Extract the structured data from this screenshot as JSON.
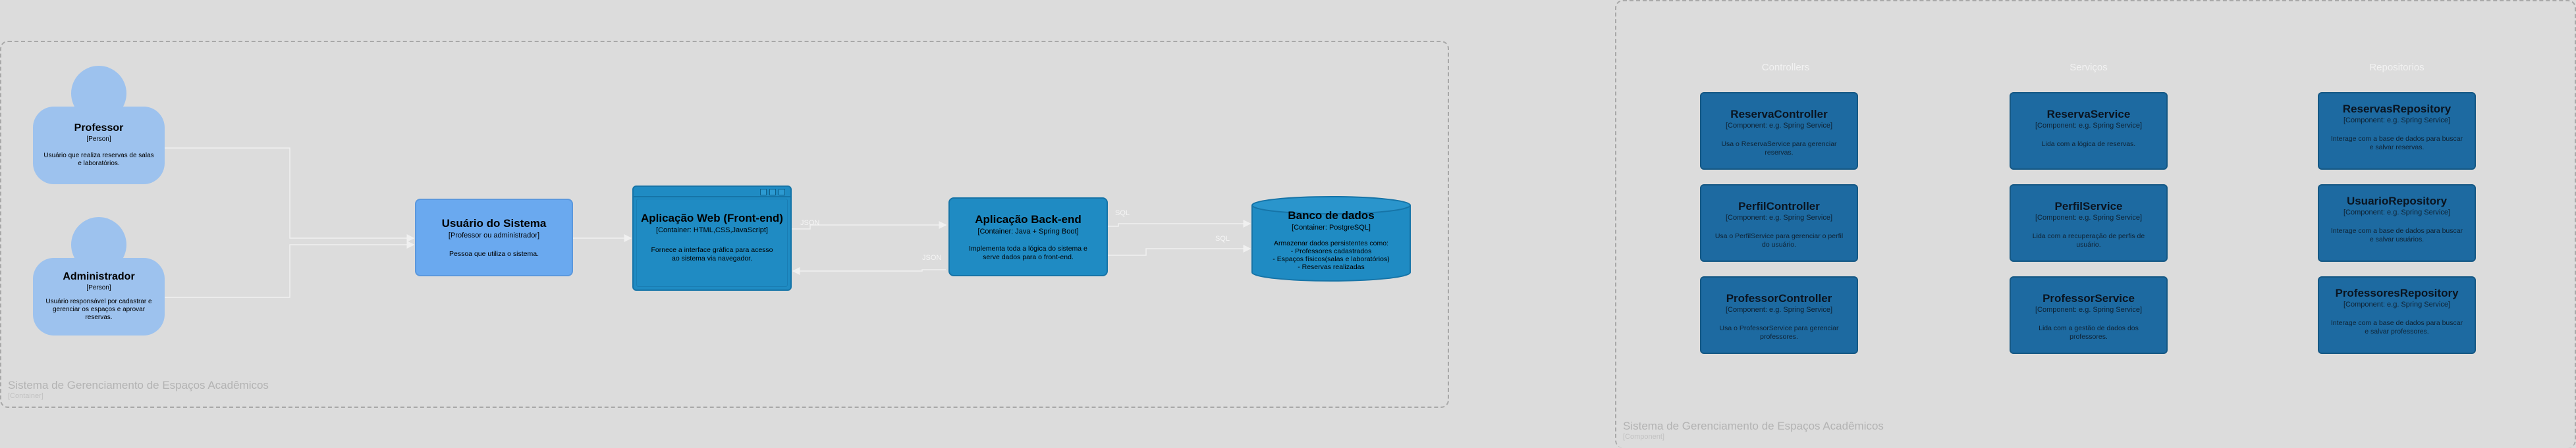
{
  "context": {
    "boundary_title": "Sistema de Gerenciamento de Espaços Acadêmicos",
    "boundary_type": "[Container]",
    "professor": {
      "name": "Professor",
      "type": "[Person]",
      "description": "Usuário que realiza reservas de salas e laboratórios."
    },
    "administrador": {
      "name": "Administrador",
      "type": "[Person]",
      "description": "Usuário responsável por cadastrar e gerenciar os espaços e aprovar reservas."
    },
    "usuario_sistema": {
      "name": "Usuário do Sistema",
      "type": "[Professor ou administrador]",
      "description": "Pessoa que utiliza o sistema."
    },
    "frontend": {
      "name": "Aplicação Web (Front-end)",
      "type": "[Container: HTML,CSS,JavaScript]",
      "description": "Fornece a interface gráfica para acesso ao sistema via navegador."
    },
    "backend": {
      "name": "Aplicação Back-end",
      "type": "[Container: Java + Spring Boot]",
      "description": "Implementa toda a lógica do sistema e serve dados para o front-end."
    },
    "database": {
      "name": "Banco de dados",
      "type": "[Container: PostgreSQL]",
      "description": "Armazenar dados persistentes como:\n- Professores cadastrados\n- Espaços físicos(salas e laboratórios)\n- Reservas realizadas"
    },
    "edge_labels": {
      "front_to_back": "JSON",
      "back_to_front": "JSON",
      "back_to_db_top": "SQL",
      "back_to_db_bottom": "SQL"
    }
  },
  "components": {
    "boundary_title": "Sistema de Gerenciamento de Espaços Acadêmicos",
    "boundary_type": "[Component]",
    "columns": [
      {
        "header": "Controllers",
        "items": [
          {
            "name": "ReservaController",
            "type": "[Component: e.g. Spring Service]",
            "description": "Usa o ReservaService para gerenciar reservas."
          },
          {
            "name": "PerfilController",
            "type": "[Component: e.g. Spring Service]",
            "description": "Usa o PerfilService para gerenciar o perfil do usuário."
          },
          {
            "name": "ProfessorController",
            "type": "[Component: e.g. Spring Service]",
            "description": "Usa o ProfessorService para gerenciar professores."
          }
        ]
      },
      {
        "header": "Serviços",
        "items": [
          {
            "name": "ReservaService",
            "type": "[Component: e.g. Spring Service]",
            "description": "Lida com a lógica de reservas."
          },
          {
            "name": "PerfilService",
            "type": "[Component: e.g. Spring Service]",
            "description": "Lida com a recuperação de perfis de usuário."
          },
          {
            "name": "ProfessorService",
            "type": "[Component: e.g. Spring Service]",
            "description": "Lida com a gestão de dados dos professores."
          }
        ]
      },
      {
        "header": "Repositorios",
        "items": [
          {
            "name": "ReservasRepository",
            "type": "[Component: e.g. Spring Service]",
            "description": "Interage com a base de dados para buscar e salvar reservas."
          },
          {
            "name": "UsuarioRepository",
            "type": "[Component: e.g. Spring Service]",
            "description": "Interage com a base de dados para buscar e salvar usuários."
          },
          {
            "name": "ProfessoresRepository",
            "type": "[Component: e.g. Spring Service]",
            "description": "Interage com a base de dados para buscar e salvar professores."
          }
        ]
      }
    ]
  },
  "colors": {
    "background": "#dcdcdc",
    "person": "#9dc2ee",
    "system": "#6aa9ef",
    "container": "#1f8bc3",
    "component": "#1d6aa1",
    "edge": "#f0f0f0"
  }
}
